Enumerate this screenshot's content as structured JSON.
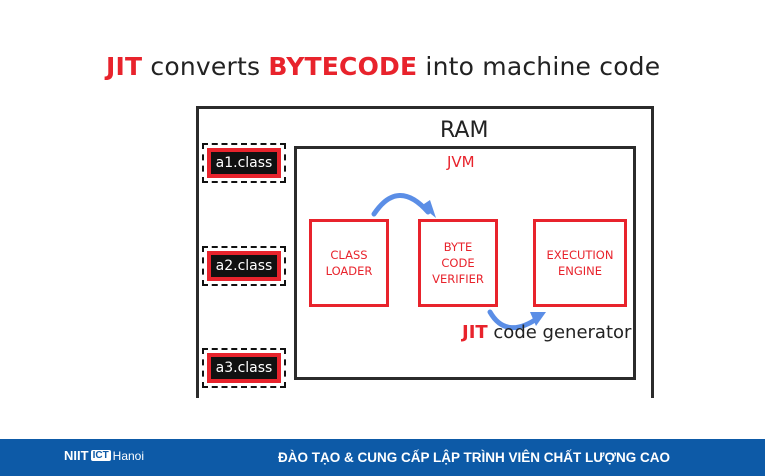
{
  "title": {
    "part1": "JIT",
    "part2": " converts ",
    "part3": "BYTECODE",
    "part4": " into machine code"
  },
  "ram_label": "RAM",
  "jvm_label": "JVM",
  "class_files": [
    "a1.class",
    "a2.class",
    "a3.class"
  ],
  "stages": {
    "class_loader": [
      "CLASS",
      "LOADER"
    ],
    "byte_code_verifier": [
      "BYTE",
      "CODE",
      "VERIFIER"
    ],
    "execution_engine": [
      "EXECUTION",
      "ENGINE"
    ]
  },
  "jit_note": {
    "jit": "JIT",
    "text": " code generator"
  },
  "footer": {
    "logo_niit": "NIIT",
    "logo_badge": "ICT",
    "logo_city": "Hanoi",
    "tagline": "ĐÀO TẠO & CUNG CẤP LẬP TRÌNH VIÊN CHẤT LƯỢNG CAO"
  },
  "colors": {
    "accent_red": "#e8232c",
    "arrow_blue": "#5b8ee6",
    "footer_blue": "#0d5aa7"
  }
}
